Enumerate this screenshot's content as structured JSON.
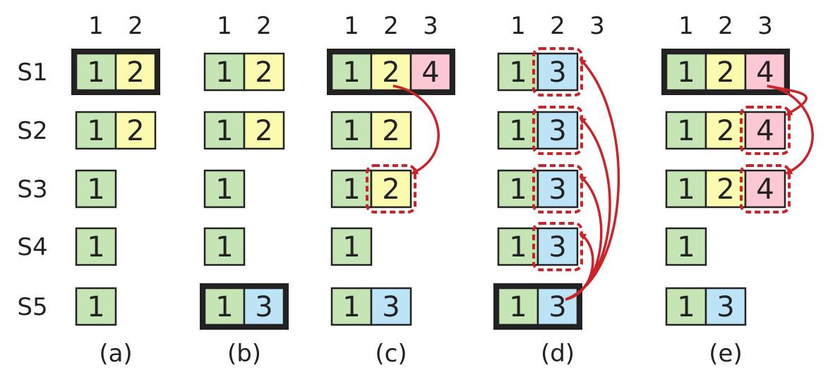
{
  "colors": {
    "term1": "#c5e6b4",
    "term2": "#fbfbb0",
    "term3": "#bde3f6",
    "term4": "#fbc8d4",
    "accent": "#cc2229",
    "ink": "#222222"
  },
  "servers": [
    "S1",
    "S2",
    "S3",
    "S4",
    "S5"
  ],
  "panels": [
    {
      "label": "(a)",
      "indices": [
        "1",
        "2"
      ],
      "logs": [
        {
          "entries": [
            "1",
            "2"
          ],
          "leader": true
        },
        {
          "entries": [
            "1",
            "2"
          ],
          "leader": false
        },
        {
          "entries": [
            "1"
          ],
          "leader": false
        },
        {
          "entries": [
            "1"
          ],
          "leader": false
        },
        {
          "entries": [
            "1"
          ],
          "leader": false
        }
      ],
      "highlights": [],
      "arrows": []
    },
    {
      "label": "(b)",
      "indices": [
        "1",
        "2"
      ],
      "logs": [
        {
          "entries": [
            "1",
            "2"
          ],
          "leader": false
        },
        {
          "entries": [
            "1",
            "2"
          ],
          "leader": false
        },
        {
          "entries": [
            "1"
          ],
          "leader": false
        },
        {
          "entries": [
            "1"
          ],
          "leader": false
        },
        {
          "entries": [
            "1",
            "3"
          ],
          "leader": true
        }
      ],
      "highlights": [],
      "arrows": []
    },
    {
      "label": "(c)",
      "indices": [
        "1",
        "2",
        "3"
      ],
      "logs": [
        {
          "entries": [
            "1",
            "2",
            "4"
          ],
          "leader": true
        },
        {
          "entries": [
            "1",
            "2"
          ],
          "leader": false
        },
        {
          "entries": [
            "1",
            "2"
          ],
          "leader": false
        },
        {
          "entries": [
            "1"
          ],
          "leader": false
        },
        {
          "entries": [
            "1",
            "3"
          ],
          "leader": false
        }
      ],
      "highlights": [
        {
          "server": 2,
          "slot": 1
        }
      ],
      "arrows": [
        {
          "from_server": 0,
          "to_server": 2,
          "slot": 1
        }
      ]
    },
    {
      "label": "(d)",
      "indices": [
        "1",
        "2",
        "3"
      ],
      "logs": [
        {
          "entries": [
            "1",
            "3"
          ],
          "leader": false
        },
        {
          "entries": [
            "1",
            "3"
          ],
          "leader": false
        },
        {
          "entries": [
            "1",
            "3"
          ],
          "leader": false
        },
        {
          "entries": [
            "1",
            "3"
          ],
          "leader": false
        },
        {
          "entries": [
            "1",
            "3"
          ],
          "leader": true
        }
      ],
      "highlights": [
        {
          "server": 0,
          "slot": 1
        },
        {
          "server": 1,
          "slot": 1
        },
        {
          "server": 2,
          "slot": 1
        },
        {
          "server": 3,
          "slot": 1
        }
      ],
      "arrows": [
        {
          "from_server": 4,
          "to_server": 0,
          "slot": 1
        },
        {
          "from_server": 4,
          "to_server": 1,
          "slot": 1
        },
        {
          "from_server": 4,
          "to_server": 2,
          "slot": 1
        },
        {
          "from_server": 4,
          "to_server": 3,
          "slot": 1
        }
      ]
    },
    {
      "label": "(e)",
      "indices": [
        "1",
        "2",
        "3"
      ],
      "logs": [
        {
          "entries": [
            "1",
            "2",
            "4"
          ],
          "leader": true
        },
        {
          "entries": [
            "1",
            "2",
            "4"
          ],
          "leader": false
        },
        {
          "entries": [
            "1",
            "2",
            "4"
          ],
          "leader": false
        },
        {
          "entries": [
            "1"
          ],
          "leader": false
        },
        {
          "entries": [
            "1",
            "3"
          ],
          "leader": false
        }
      ],
      "highlights": [
        {
          "server": 1,
          "slot": 2
        },
        {
          "server": 2,
          "slot": 2
        }
      ],
      "arrows": [
        {
          "from_server": 0,
          "to_server": 1,
          "slot": 2
        },
        {
          "from_server": 0,
          "to_server": 2,
          "slot": 2
        }
      ]
    }
  ]
}
